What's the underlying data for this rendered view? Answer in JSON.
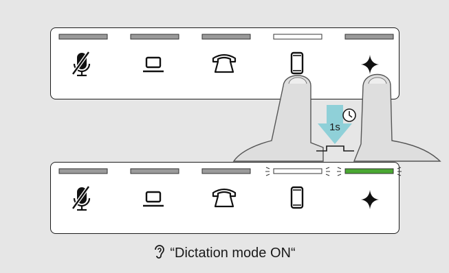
{
  "diagram": {
    "steps": [
      {
        "id": "before",
        "leds": [
          "off",
          "off",
          "off",
          "on-white",
          "off"
        ],
        "buttons": [
          "mic-muted-icon",
          "computer-icon",
          "desk-phone-icon",
          "mobile-phone-icon",
          "sparkle-icon"
        ]
      },
      {
        "id": "after",
        "leds": [
          "off",
          "off",
          "off",
          "blinking-white",
          "blinking-green"
        ],
        "buttons": [
          "mic-muted-icon",
          "computer-icon",
          "desk-phone-icon",
          "mobile-phone-icon",
          "sparkle-icon"
        ]
      }
    ],
    "hold": {
      "duration_label": "1s",
      "icon": "clock-icon"
    },
    "caption": {
      "icon": "ear-icon",
      "text": "“Dictation mode ON“"
    }
  },
  "colors": {
    "background": "#e6e6e6",
    "led_off": "#9a9a9a",
    "led_white": "#ffffff",
    "led_green": "#4aa832",
    "arrow": "#8fd0d8",
    "outline": "#1a1a1a"
  }
}
